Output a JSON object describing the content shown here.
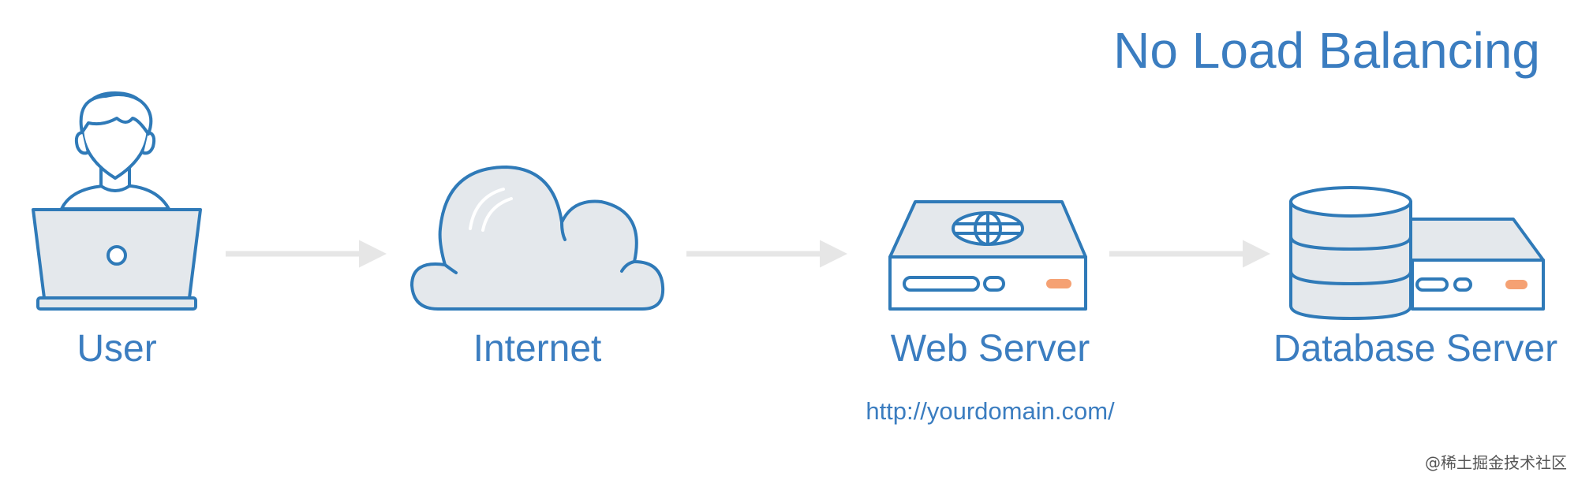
{
  "title": "No Load Balancing",
  "nodes": [
    {
      "label": "User",
      "icon": "user-laptop-icon"
    },
    {
      "label": "Internet",
      "icon": "cloud-icon"
    },
    {
      "label": "Web Server",
      "icon": "web-server-icon"
    },
    {
      "label": "Database Server",
      "icon": "database-server-icon"
    }
  ],
  "web_server_url": "http://yourdomain.com/",
  "watermark": "@稀土掘金技术社区",
  "colors": {
    "primary": "#3b7dc0",
    "stroke": "#2f7ab8",
    "body_fill": "#e4e8ec",
    "arrow": "#e6e6e6",
    "indicator": "#f5a173"
  }
}
